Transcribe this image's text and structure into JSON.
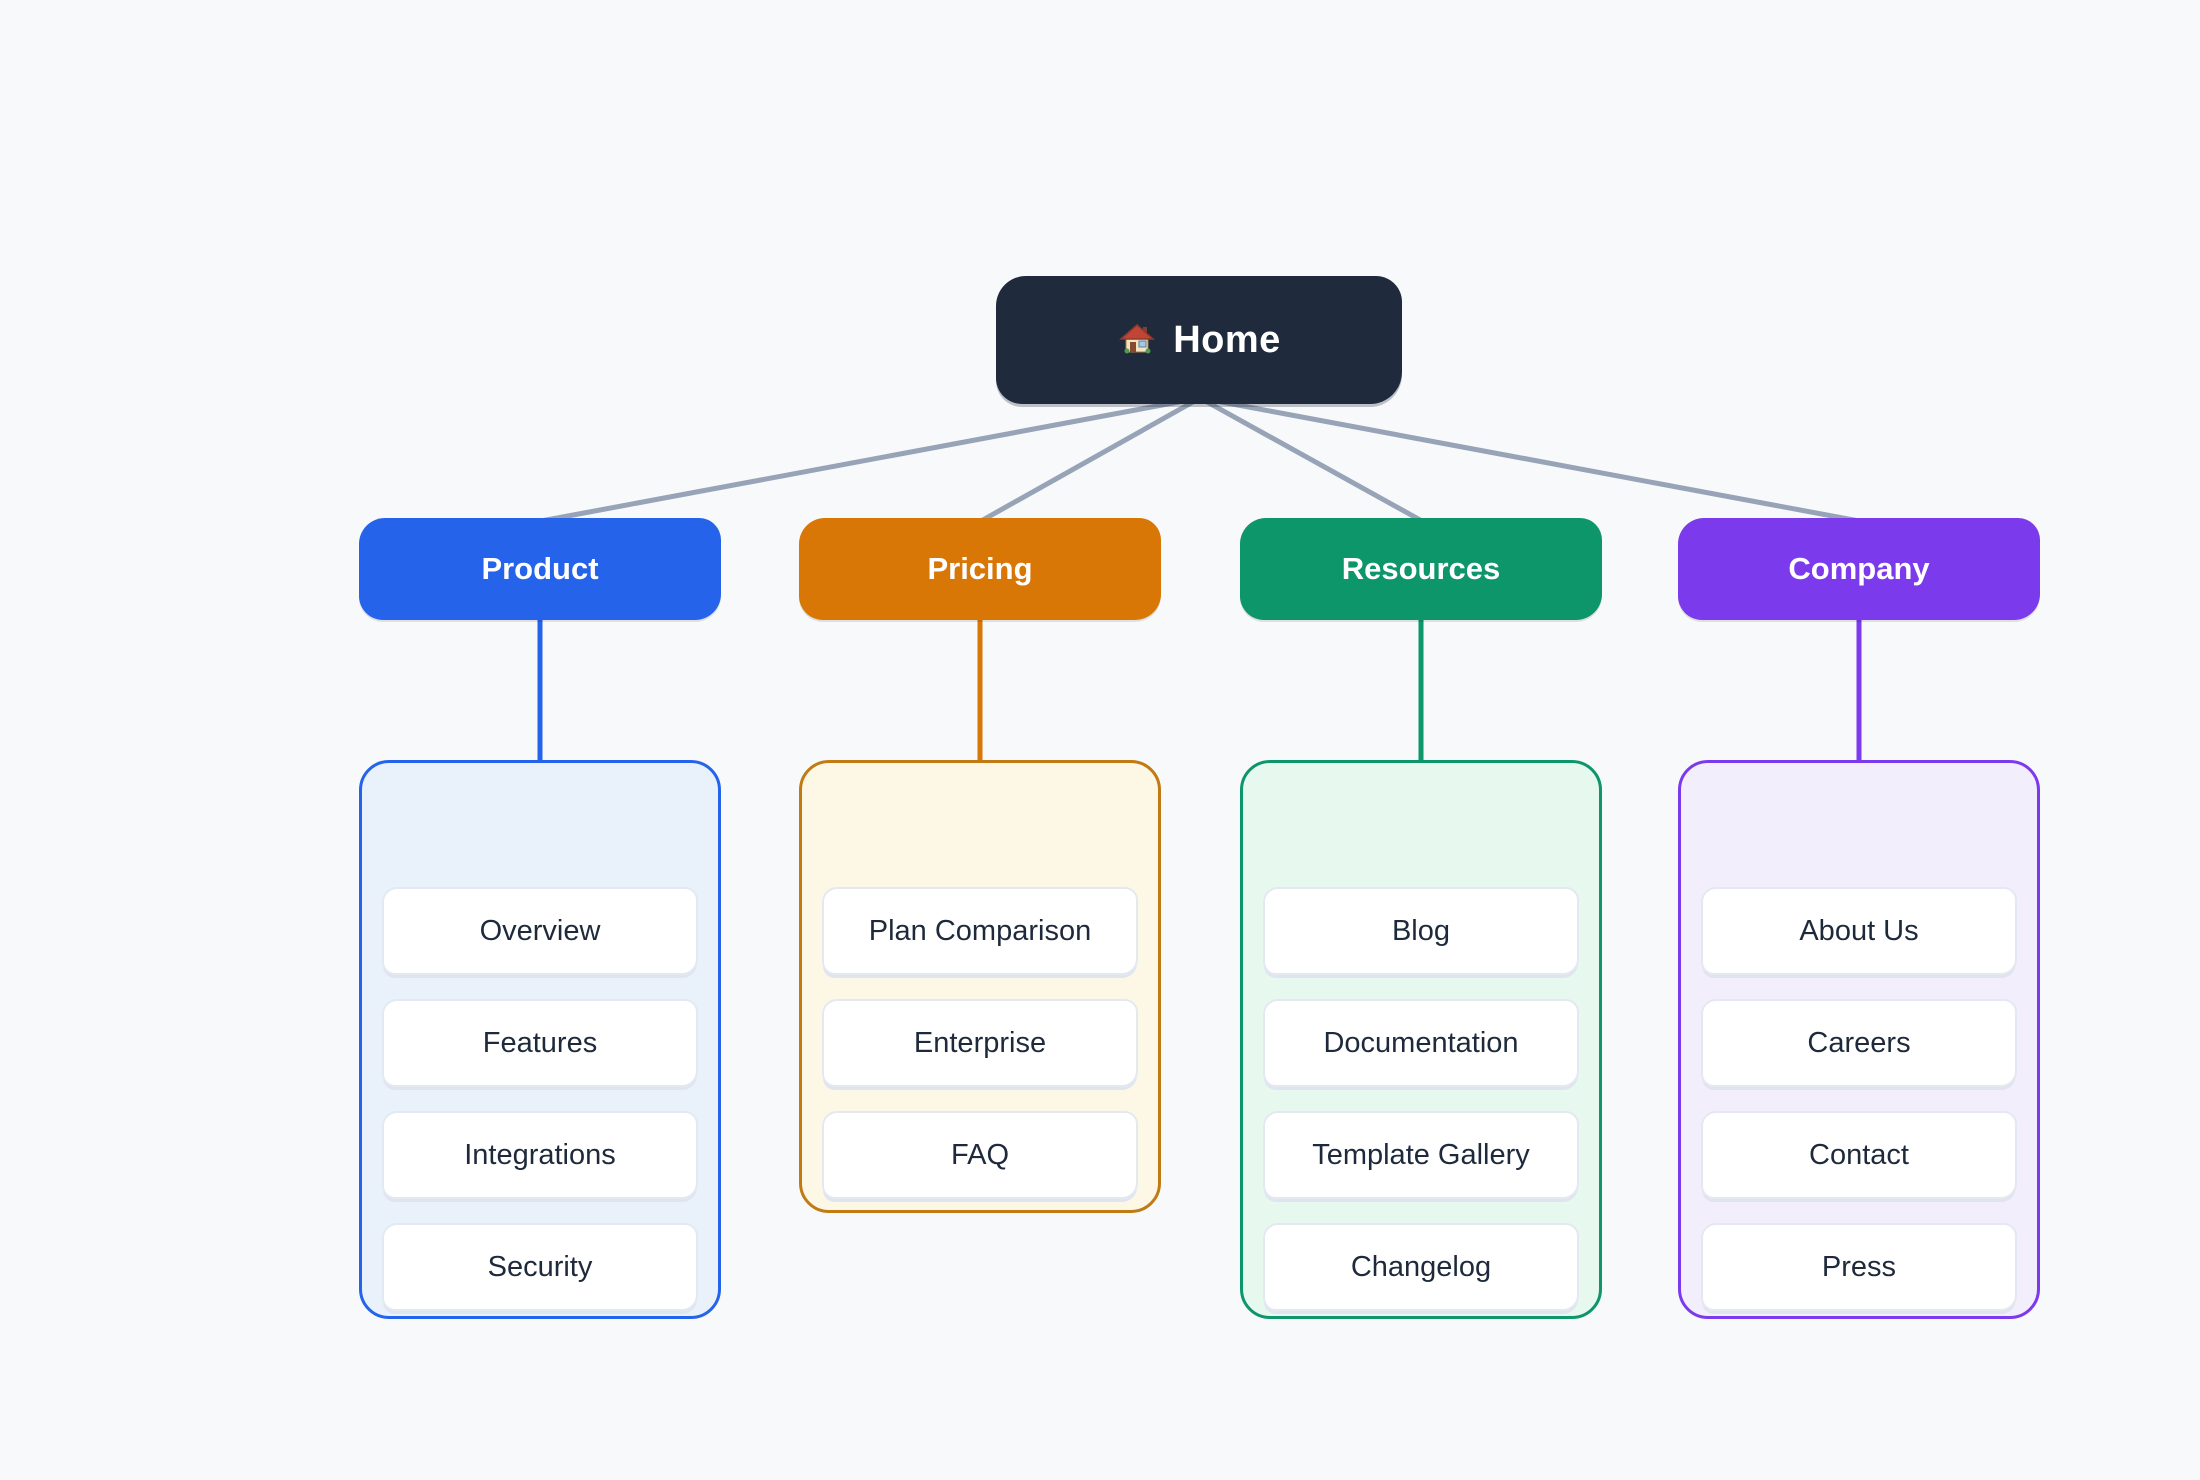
{
  "canvas": {
    "background": "#f7f9fa"
  },
  "diagram": {
    "root": {
      "label": "Home",
      "icon": "house-icon",
      "color": "#1f2a3c",
      "text_color": "#ffffff"
    },
    "connector_color": "#97a3b6",
    "branches": [
      {
        "id": "product",
        "label": "Product",
        "color": "#2563eb",
        "card_bg": "#e9f1fb",
        "card_border": "#2563eb",
        "items": [
          "Overview",
          "Features",
          "Integrations",
          "Security"
        ]
      },
      {
        "id": "pricing",
        "label": "Pricing",
        "color": "#d97706",
        "card_bg": "#fdf8e6",
        "card_border": "#c27a12",
        "items": [
          "Plan Comparison",
          "Enterprise",
          "FAQ"
        ]
      },
      {
        "id": "resources",
        "label": "Resources",
        "color": "#0d9669",
        "card_bg": "#e7f8ef",
        "card_border": "#0d9669",
        "items": [
          "Blog",
          "Documentation",
          "Template Gallery",
          "Changelog"
        ]
      },
      {
        "id": "company",
        "label": "Company",
        "color": "#7c3aed",
        "card_bg": "#f3eefb",
        "card_border": "#7c3aed",
        "items": [
          "About Us",
          "Careers",
          "Contact",
          "Press"
        ]
      }
    ],
    "item_text_color": "#1e2a3b"
  }
}
